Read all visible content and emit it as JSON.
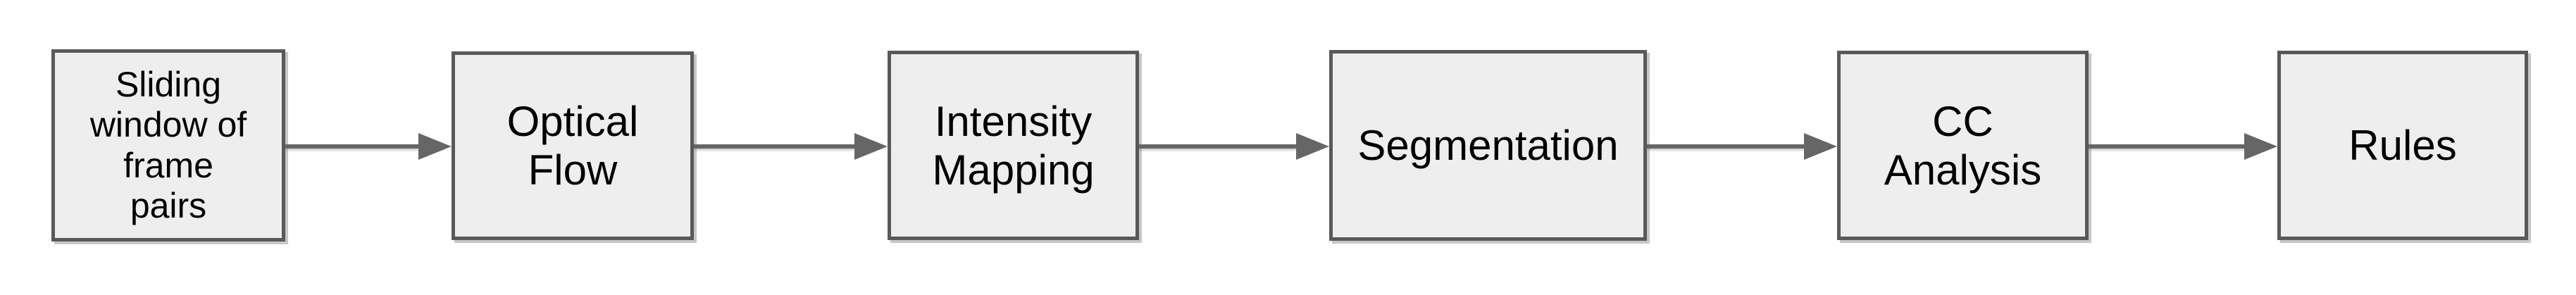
{
  "diagram": {
    "type": "flowchart",
    "direction": "left-to-right",
    "boxes": [
      {
        "id": "sliding-window-of-frame-pairs",
        "label": "Sliding window of frame pairs"
      },
      {
        "id": "optical-flow",
        "label": "Optical Flow"
      },
      {
        "id": "intensity-mapping",
        "label": "Intensity Mapping"
      },
      {
        "id": "segmentation",
        "label": "Segmentation"
      },
      {
        "id": "cc-analysis",
        "label": "CC Analysis"
      },
      {
        "id": "rules",
        "label": "Rules"
      }
    ],
    "connections": [
      {
        "from": "sliding-window-of-frame-pairs",
        "to": "optical-flow"
      },
      {
        "from": "optical-flow",
        "to": "intensity-mapping"
      },
      {
        "from": "intensity-mapping",
        "to": "segmentation"
      },
      {
        "from": "segmentation",
        "to": "cc-analysis"
      },
      {
        "from": "cc-analysis",
        "to": "rules"
      }
    ],
    "colors": {
      "background": "#ffffff",
      "box_fill": "#eeeeee",
      "box_border": "#595959",
      "arrow": "#666666",
      "text": "#000000"
    }
  }
}
